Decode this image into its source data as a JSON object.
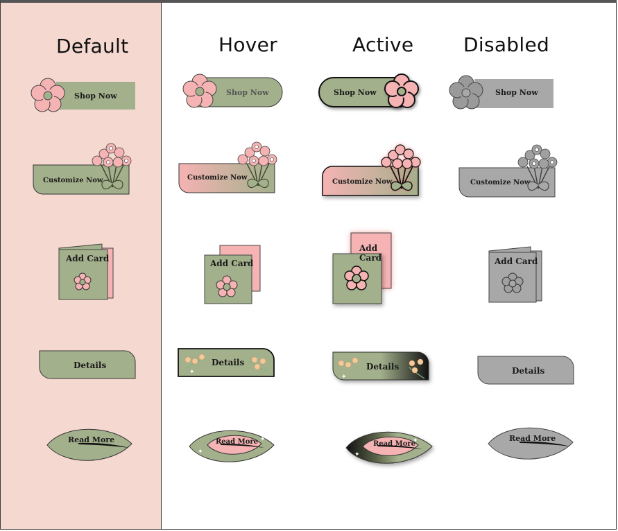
{
  "columns": {
    "default": "Default",
    "hover": "Hover",
    "active": "Active",
    "disabled": "Disabled"
  },
  "buttons": {
    "shop_now": "Shop Now",
    "customize_now": "Customize Now",
    "add_card": "Add Card",
    "add": "Add",
    "card": "Card",
    "details": "Details",
    "read_more": "Read More"
  },
  "colors": {
    "default_panel": "#f5d8d0",
    "sage": "#a3b08c",
    "pink": "#f5b3b3",
    "gray": "#a8a8a8",
    "ink": "#1a1a1a"
  },
  "icons": [
    "flower-icon",
    "bouquet-icon",
    "card-icon",
    "leaf-icon"
  ]
}
